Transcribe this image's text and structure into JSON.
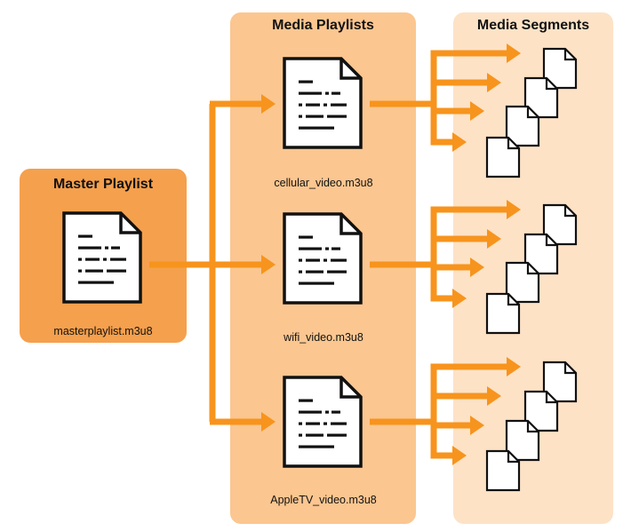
{
  "panels": {
    "master": {
      "title": "Master Playlist",
      "file": "masterplaylist.m3u8"
    },
    "media": {
      "title": "Media Playlists",
      "files": [
        "cellular_video.m3u8",
        "wifi_video.m3u8",
        "AppleTV_video.m3u8"
      ]
    },
    "segments": {
      "title": "Media Segments"
    }
  },
  "colors": {
    "arrow": "#f7941d",
    "master_panel": "#f5a04d",
    "media_panel": "#fbc690",
    "segments_panel": "#fde2c6"
  },
  "icons": [
    "document-icon",
    "segment-file-icon",
    "arrow-icon"
  ]
}
